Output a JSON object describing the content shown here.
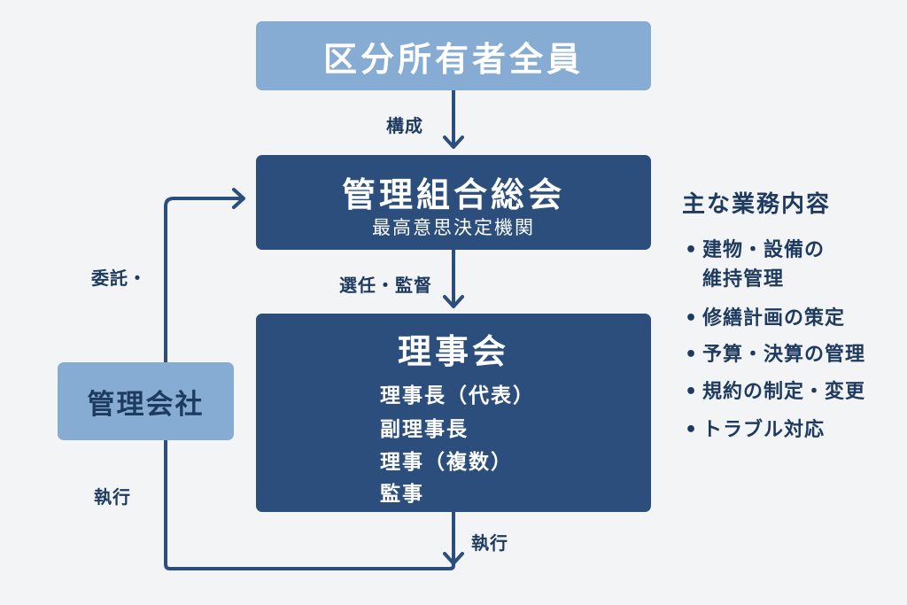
{
  "owners": {
    "title": "区分所有者全員"
  },
  "assembly": {
    "title": "管理組合総会",
    "subtitle": "最高意思決定機関"
  },
  "board": {
    "title": "理事会",
    "members": [
      "理事長（代表）",
      "副理事長",
      "理事（複数）",
      "監事"
    ]
  },
  "company": {
    "title": "管理会社"
  },
  "labels": {
    "compose": "構成",
    "elect": "選任・監督",
    "entrust": "委託・",
    "execute_left": "執行",
    "execute_bottom": "執行"
  },
  "duties": {
    "title": "主な業務内容",
    "items": [
      {
        "bullet": "•",
        "line1": "建物・設備の",
        "line2": "維持管理"
      },
      {
        "bullet": "•",
        "line1": "修繕計画の策定"
      },
      {
        "bullet": "•",
        "line1": "予算・決算の管理"
      },
      {
        "bullet": "•",
        "line1": "規約の制定・変更"
      },
      {
        "bullet": "•",
        "line1": "トラブル対応"
      }
    ]
  },
  "colors": {
    "dark_box": "#2b4e7c",
    "light_box": "#86acd4",
    "text": "#1e3a5f",
    "background": "#f3f4f6"
  }
}
